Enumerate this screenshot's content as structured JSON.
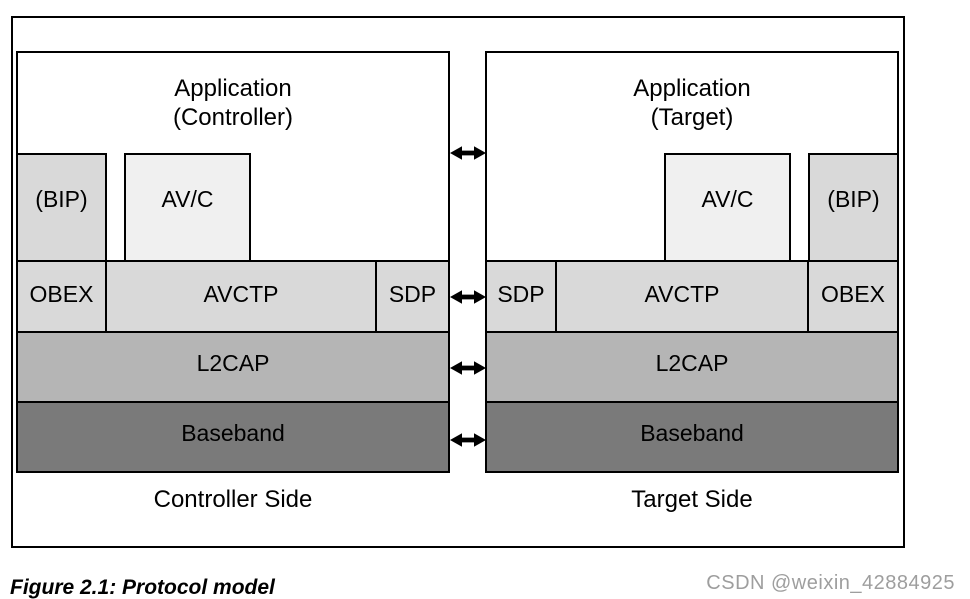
{
  "colors": {
    "line": "#000000",
    "box_light": "#f0f0f0",
    "box_gray": "#d9d9d9",
    "l2cap_gray": "#b5b5b5",
    "baseband_gray": "#7a7a7a",
    "watermark_gray": "#9e9e9e"
  },
  "icons": {
    "layer_link_arrow": "left-right-double-arrow"
  },
  "figure": {
    "caption": "Figure 2.1: Protocol model",
    "watermark": "CSDN @weixin_42884925"
  },
  "controller": {
    "app_line1": "Application",
    "app_line2": "(Controller)",
    "side_label": "Controller Side",
    "boxes": {
      "bip": "(BIP)",
      "avc": "AV/C",
      "obex": "OBEX",
      "avctp": "AVCTP",
      "sdp": "SDP",
      "l2cap": "L2CAP",
      "baseband": "Baseband"
    }
  },
  "target": {
    "app_line1": "Application",
    "app_line2": "(Target)",
    "side_label": "Target Side",
    "boxes": {
      "sdp": "SDP",
      "avctp": "AVCTP",
      "obex": "OBEX",
      "avc": "AV/C",
      "bip": "(BIP)",
      "l2cap": "L2CAP",
      "baseband": "Baseband"
    }
  }
}
